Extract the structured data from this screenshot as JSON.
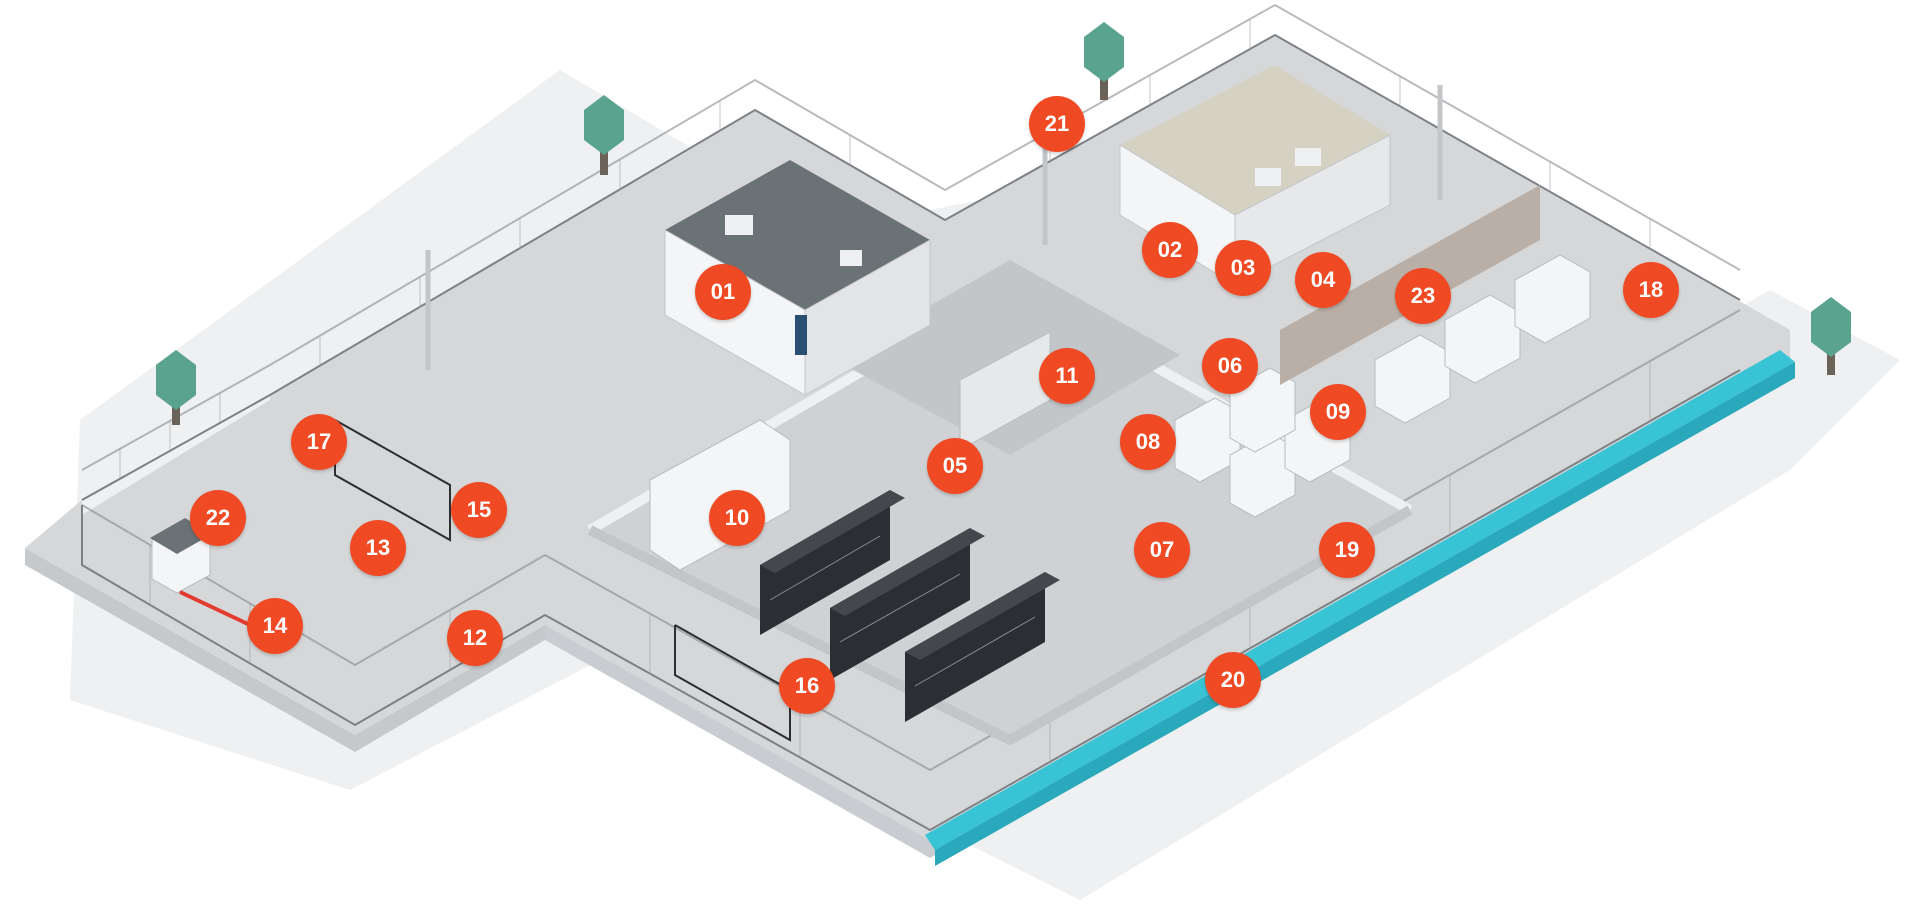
{
  "colors": {
    "marker": "#ef4a23",
    "marker_text": "#ffffff",
    "ground": "#d6d7d9",
    "ground_shadow": "#eceeef",
    "wall_top": "#eef0f1",
    "wall_side": "#c3c6c9",
    "fence": "#7d8186",
    "water": "#39c4d6",
    "rack": "#2d2e33",
    "roof_dark": "#6b7275",
    "roof_tan": "#d6d2c3",
    "building": "#f4f5f6",
    "tree": "#5aa38f",
    "tree_trunk": "#6b6259",
    "barrier": "#e23b2f"
  },
  "markers": [
    {
      "id": "01",
      "label": "01"
    },
    {
      "id": "02",
      "label": "02"
    },
    {
      "id": "03",
      "label": "03"
    },
    {
      "id": "04",
      "label": "04"
    },
    {
      "id": "05",
      "label": "05"
    },
    {
      "id": "06",
      "label": "06"
    },
    {
      "id": "07",
      "label": "07"
    },
    {
      "id": "08",
      "label": "08"
    },
    {
      "id": "09",
      "label": "09"
    },
    {
      "id": "10",
      "label": "10"
    },
    {
      "id": "11",
      "label": "11"
    },
    {
      "id": "12",
      "label": "12"
    },
    {
      "id": "13",
      "label": "13"
    },
    {
      "id": "14",
      "label": "14"
    },
    {
      "id": "15",
      "label": "15"
    },
    {
      "id": "16",
      "label": "16"
    },
    {
      "id": "17",
      "label": "17"
    },
    {
      "id": "18",
      "label": "18"
    },
    {
      "id": "19",
      "label": "19"
    },
    {
      "id": "20",
      "label": "20"
    },
    {
      "id": "21",
      "label": "21"
    },
    {
      "id": "22",
      "label": "22"
    },
    {
      "id": "23",
      "label": "23"
    }
  ]
}
